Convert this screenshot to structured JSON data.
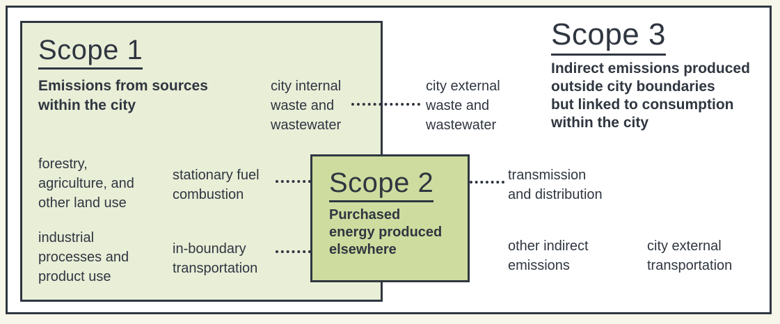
{
  "colors": {
    "ink": "#2f3640",
    "canvas_bg": "#f7f6ea",
    "frame_bg": "#ffffff",
    "scope1_fill": "#e9eed7",
    "scope2_fill": "#cedc9f"
  },
  "scope1": {
    "title": "Scope 1",
    "description": "Emissions from sources\nwithin the city"
  },
  "scope2": {
    "title": "Scope 2",
    "description": "Purchased\nenergy produced\nelsewhere"
  },
  "scope3": {
    "title": "Scope 3",
    "description": "Indirect emissions produced\noutside city boundaries\nbut linked to consumption\nwithin the city"
  },
  "labels": {
    "city_internal_waste": "city internal\nwaste and\nwastewater",
    "city_external_waste": "city external\nwaste and\nwastewater",
    "forestry": "forestry,\nagriculture, and\nother land use",
    "stationary_fuel": "stationary fuel\ncombustion",
    "industrial": "industrial\nprocesses and\nproduct use",
    "in_boundary": "in-boundary\ntransportation",
    "transmission": "transmission\nand distribution",
    "other_indirect": "other indirect\nemissions",
    "city_external_transport": "city external\ntransportation"
  }
}
